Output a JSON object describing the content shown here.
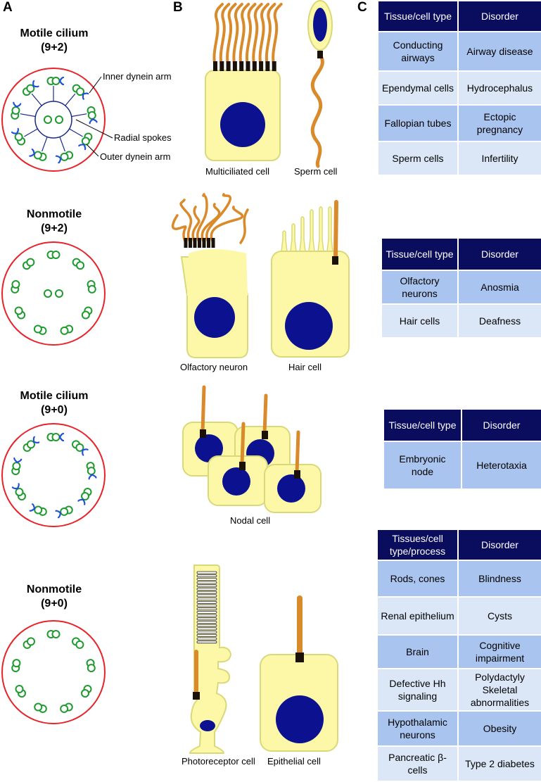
{
  "panels": {
    "a": "A",
    "b": "B",
    "c": "C"
  },
  "cilia_types": [
    {
      "title": "Motile cilium\n(9+2)"
    },
    {
      "title": "Nonmotile\n(9+2)"
    },
    {
      "title": "Motile cilium\n(9+0)"
    },
    {
      "title": "Nonmotile\n(9+0)"
    }
  ],
  "annotations": {
    "inner_dynein": "Inner dynein arm",
    "radial_spokes": "Radial spokes",
    "outer_dynein": "Outer dynein arm"
  },
  "cells": {
    "multiciliated": "Multiciliated cell",
    "sperm": "Sperm cell",
    "olfactory": "Olfactory neuron",
    "hair": "Hair cell",
    "nodal": "Nodal cell",
    "photoreceptor": "Photoreceptor cell",
    "epithelial": "Epithelial cell"
  },
  "tables": [
    {
      "header": [
        "Tissue/cell type",
        "Disorder"
      ],
      "rows": [
        [
          "Conducting airways",
          "Airway disease"
        ],
        [
          "Ependymal cells",
          "Hydrocephalus"
        ],
        [
          "Fallopian tubes",
          "Ectopic pregnancy"
        ],
        [
          "Sperm cells",
          "Infertility"
        ]
      ]
    },
    {
      "header": [
        "Tissue/cell type",
        "Disorder"
      ],
      "rows": [
        [
          "Olfactory neurons",
          "Anosmia"
        ],
        [
          "Hair cells",
          "Deafness"
        ]
      ]
    },
    {
      "header": [
        "Tissue/cell type",
        "Disorder"
      ],
      "rows": [
        [
          "Embryonic node",
          "Heterotaxia"
        ]
      ]
    },
    {
      "header": [
        "Tissues/cell type/process",
        "Disorder"
      ],
      "rows": [
        [
          "Rods, cones",
          "Blindness"
        ],
        [
          "Renal epithelium",
          "Cysts"
        ],
        [
          "Brain",
          "Cognitive impairment"
        ],
        [
          "Defective Hh signaling",
          "Polydactyly Skeletal abnormalities"
        ],
        [
          "Hypothalamic neurons",
          "Obesity"
        ],
        [
          "Pancreatic β-cells",
          "Type 2 diabetes"
        ]
      ]
    }
  ],
  "colors": {
    "membrane": "#e8232a",
    "microtubule": "#1e9a2e",
    "dynein": "#1f4fd6",
    "spoke": "#1a2a8a",
    "cell_fill": "#fcf8a8",
    "cell_stroke": "#d9d97a",
    "nucleus": "#0c1190",
    "cilium": "#d98a2b",
    "basal_body": "#1a1208",
    "header_bg": "#0a0c5e",
    "row_dark": "#a9c4ee",
    "row_light": "#dbe7f7"
  }
}
